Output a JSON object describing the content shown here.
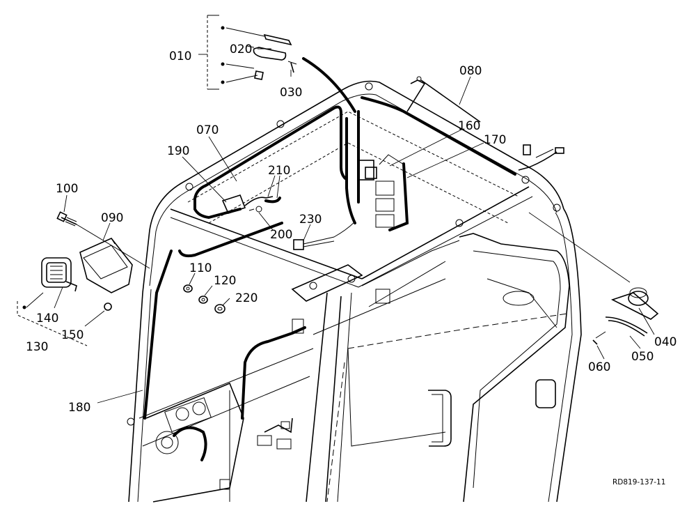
{
  "diagram": {
    "reference_code": "RD819-137-11",
    "part_labels": {
      "p010": "010",
      "p020": "020",
      "p030": "030",
      "p040": "040",
      "p050": "050",
      "p060": "060",
      "p070": "070",
      "p080": "080",
      "p090": "090",
      "p100": "100",
      "p110": "110",
      "p120": "120",
      "p130": "130",
      "p140": "140",
      "p150": "150",
      "p160": "160",
      "p170": "170",
      "p180": "180",
      "p190": "190",
      "p200": "200",
      "p210": "210",
      "p220": "220",
      "p230": "230"
    }
  }
}
